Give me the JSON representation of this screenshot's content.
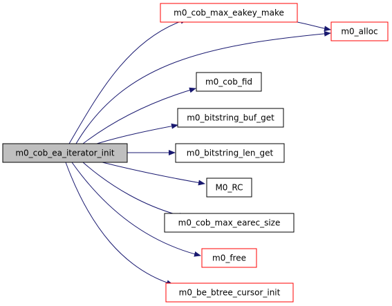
{
  "graph": {
    "source": {
      "label": "m0_cob_ea_iterator_init",
      "fill": "#bfbfbf",
      "border": "#000000"
    },
    "edge_color": "#191970",
    "node_fill": "#ffffff",
    "linked_border": "#ff0000",
    "plain_border": "#000000",
    "nodes": [
      {
        "id": "m0_cob_max_eakey_make",
        "label": "m0_cob_max_eakey_make",
        "has_more": true
      },
      {
        "id": "m0_alloc",
        "label": "m0_alloc",
        "has_more": true
      },
      {
        "id": "m0_cob_fid",
        "label": "m0_cob_fid",
        "has_more": false
      },
      {
        "id": "m0_bitstring_buf_get",
        "label": "m0_bitstring_buf_get",
        "has_more": false
      },
      {
        "id": "m0_bitstring_len_get",
        "label": "m0_bitstring_len_get",
        "has_more": false
      },
      {
        "id": "M0_RC",
        "label": "M0_RC",
        "has_more": false
      },
      {
        "id": "m0_cob_max_earec_size",
        "label": "m0_cob_max_earec_size",
        "has_more": false
      },
      {
        "id": "m0_free",
        "label": "m0_free",
        "has_more": true
      },
      {
        "id": "m0_be_btree_cursor_init",
        "label": "m0_be_btree_cursor_init",
        "has_more": true
      }
    ],
    "edges": [
      {
        "from": "source",
        "to": "m0_cob_max_eakey_make"
      },
      {
        "from": "source",
        "to": "m0_alloc"
      },
      {
        "from": "m0_cob_max_eakey_make",
        "to": "m0_alloc"
      },
      {
        "from": "source",
        "to": "m0_cob_fid"
      },
      {
        "from": "source",
        "to": "m0_bitstring_buf_get"
      },
      {
        "from": "source",
        "to": "m0_bitstring_len_get"
      },
      {
        "from": "source",
        "to": "M0_RC"
      },
      {
        "from": "source",
        "to": "m0_cob_max_earec_size"
      },
      {
        "from": "source",
        "to": "m0_free"
      },
      {
        "from": "source",
        "to": "m0_be_btree_cursor_init"
      }
    ]
  }
}
